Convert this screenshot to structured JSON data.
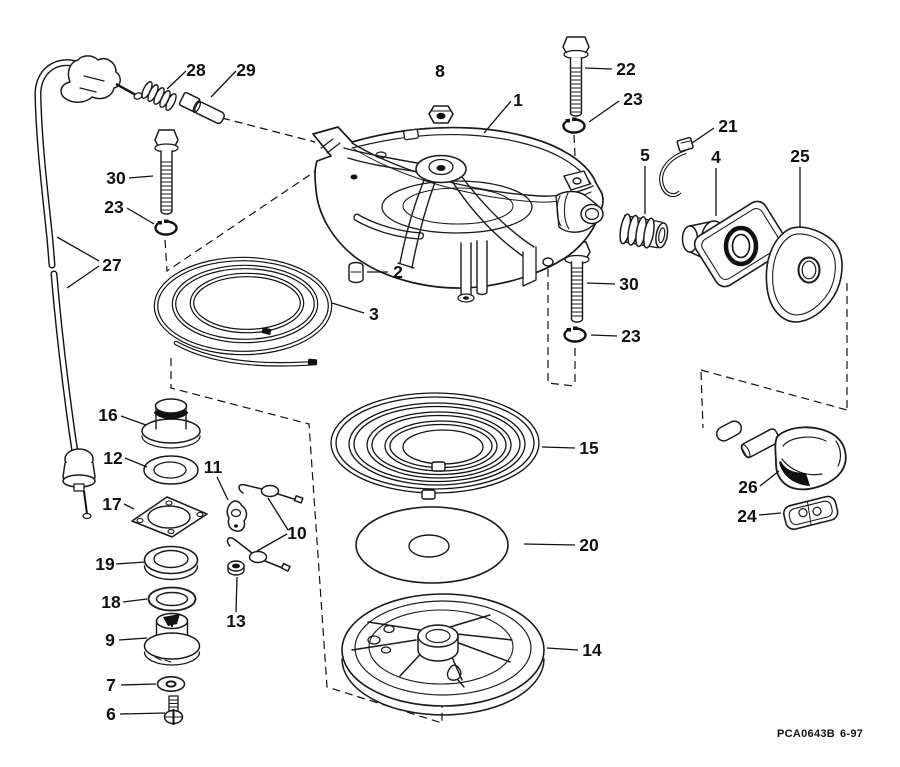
{
  "document": {
    "code": "PCA0643B",
    "date": "6-97"
  },
  "diagram_type": "exploded-parts-diagram",
  "callouts": [
    {
      "label": "28"
    },
    {
      "label": "29"
    },
    {
      "label": "8"
    },
    {
      "label": "1"
    },
    {
      "label": "22"
    },
    {
      "label": "23"
    },
    {
      "label": "21"
    },
    {
      "label": "5"
    },
    {
      "label": "4"
    },
    {
      "label": "25"
    },
    {
      "label": "30"
    },
    {
      "label": "23"
    },
    {
      "label": "27"
    },
    {
      "label": "2"
    },
    {
      "label": "30"
    },
    {
      "label": "3"
    },
    {
      "label": "23"
    },
    {
      "label": "16"
    },
    {
      "label": "12"
    },
    {
      "label": "15"
    },
    {
      "label": "11"
    },
    {
      "label": "17"
    },
    {
      "label": "10"
    },
    {
      "label": "20"
    },
    {
      "label": "19"
    },
    {
      "label": "26"
    },
    {
      "label": "18"
    },
    {
      "label": "24"
    },
    {
      "label": "13"
    },
    {
      "label": "9"
    },
    {
      "label": "14"
    },
    {
      "label": "7"
    },
    {
      "label": "6"
    }
  ]
}
